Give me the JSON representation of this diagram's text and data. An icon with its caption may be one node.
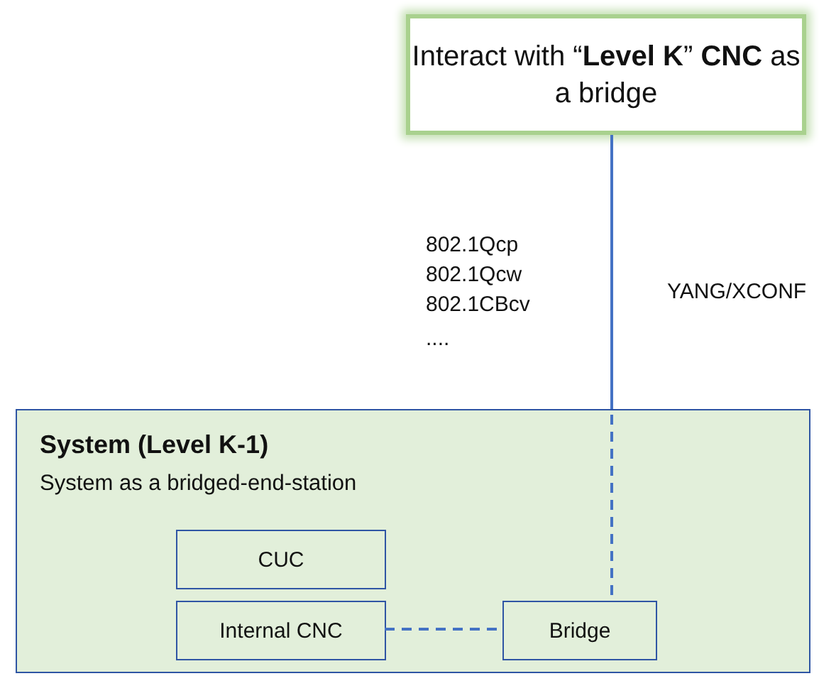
{
  "diagram": {
    "nodes": [
      {
        "text": [
          "Interact with “**Level K**” **CNC** as a bridge"
        ]
      },
      {
        "text": [
          "System (Level K-1)",
          "System as a bridged-end-station"
        ]
      },
      {
        "text": [
          "CUC"
        ],
        "in": 1
      },
      {
        "text": [
          "Internal CNC"
        ],
        "in": 1
      },
      {
        "text": [
          "Bridge"
        ],
        "in": 1
      }
    ],
    "edges": [
      {
        "from": 0,
        "to": 4,
        "arrow": "none"
      },
      {
        "from": 3,
        "to": 4,
        "arrow": "none",
        "style": "dashed"
      }
    ],
    "labels": [
      "802.1Qcp",
      "802.1Qcw",
      "802.1CBcv",
      "....",
      "YANG/XCONF"
    ]
  }
}
